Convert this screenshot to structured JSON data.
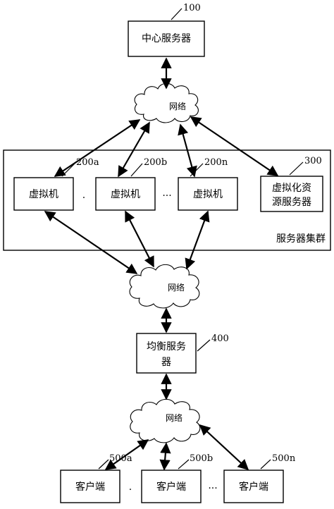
{
  "central_server": {
    "label": "中心服务器",
    "ref": "100"
  },
  "network_top": {
    "label": "网络"
  },
  "server_cluster": {
    "label": "服务器集群",
    "vm_a": {
      "label": "虚拟机",
      "ref": "200a"
    },
    "vm_b": {
      "label": "虚拟机",
      "ref": "200b"
    },
    "vm_n": {
      "label": "虚拟机",
      "ref": "200n"
    },
    "virt_server": {
      "label_line1": "虚拟化资",
      "label_line2": "源服务器",
      "ref": "300"
    },
    "sep_ab": ".",
    "sep_bn": "···"
  },
  "network_middle": {
    "label": "网络"
  },
  "balancer": {
    "label_line1": "均衡服务",
    "label_line2": "器",
    "ref": "400"
  },
  "network_bottom": {
    "label": "网络"
  },
  "clients": {
    "a": {
      "label": "客户端",
      "ref": "500a"
    },
    "b": {
      "label": "客户端",
      "ref": "500b"
    },
    "n": {
      "label": "客户端",
      "ref": "500n"
    },
    "sep_ab": ".",
    "sep_bn": "···"
  }
}
